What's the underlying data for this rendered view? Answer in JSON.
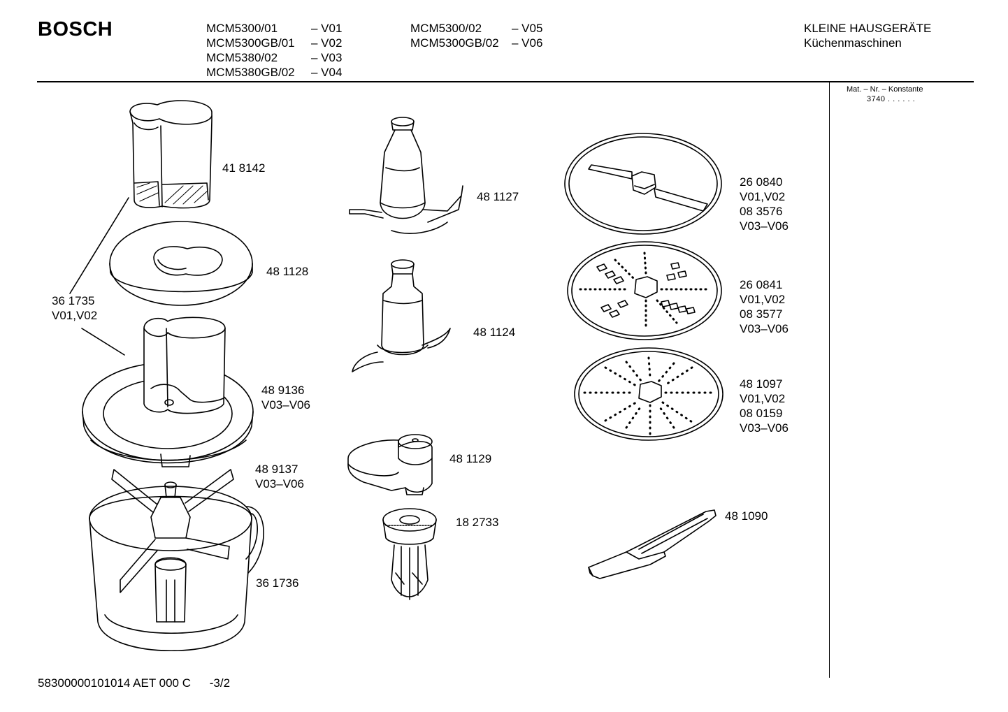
{
  "header": {
    "brand": "BOSCH",
    "models_col1": [
      {
        "model": "MCM5300/01",
        "variant": "– V01"
      },
      {
        "model": "MCM5300GB/01",
        "variant": "– V02"
      },
      {
        "model": "MCM5380/02",
        "variant": "– V03"
      },
      {
        "model": "MCM5380GB/02",
        "variant": "– V04"
      }
    ],
    "models_col2": [
      {
        "model": "MCM5300/02",
        "variant": "– V05"
      },
      {
        "model": "MCM5300GB/02",
        "variant": "– V06"
      }
    ],
    "category": "KLEINE HAUSGERÄTE",
    "subcategory": "Küchenmaschinen"
  },
  "sidebar": {
    "mat_label": "Mat. – Nr. – Konstante",
    "mat_value": "3740 . . . . . ."
  },
  "parts": {
    "p418142": [
      "41 8142"
    ],
    "p481128": [
      "48 1128"
    ],
    "p361735": [
      "36 1735",
      "V01,V02"
    ],
    "p489136": [
      "48 9136",
      "V03–V06"
    ],
    "p489137": [
      "48 9137",
      "V03–V06"
    ],
    "p361736": [
      "36 1736"
    ],
    "p481127": [
      "48 1127"
    ],
    "p481124": [
      "48 1124"
    ],
    "p481129": [
      "48 1129"
    ],
    "p182733": [
      "18 2733"
    ],
    "p260840": [
      "26 0840",
      "V01,V02",
      "08 3576",
      "V03–V06"
    ],
    "p260841": [
      "26 0841",
      "V01,V02",
      "08 3577",
      "V03–V06"
    ],
    "p481097": [
      "48 1097",
      "V01,V02",
      "08 0159",
      "V03–V06"
    ],
    "p481090": [
      "48 1090"
    ]
  },
  "footer": {
    "doc_number": "58300000101014 AET 000 C",
    "page": "-3/2"
  }
}
